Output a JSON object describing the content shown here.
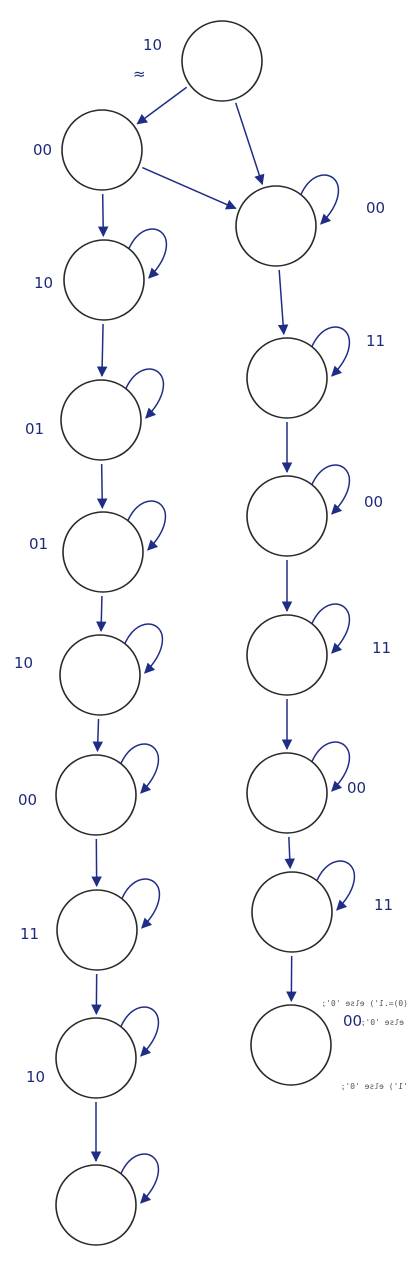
{
  "states": [
    {
      "id": "s0",
      "label": "10"
    },
    {
      "id": "s1",
      "label": "00"
    },
    {
      "id": "s2",
      "label": "00"
    },
    {
      "id": "s3",
      "label": "10"
    },
    {
      "id": "s4",
      "label": "01"
    },
    {
      "id": "s5",
      "label": "01"
    },
    {
      "id": "s6",
      "label": "10"
    },
    {
      "id": "s7",
      "label": "00"
    },
    {
      "id": "s8",
      "label": "11"
    },
    {
      "id": "s9",
      "label": "10"
    },
    {
      "id": "s10",
      "label": ""
    },
    {
      "id": "s11",
      "label": "11"
    },
    {
      "id": "s12",
      "label": "00"
    },
    {
      "id": "s13",
      "label": "11"
    },
    {
      "id": "s14",
      "label": "00"
    },
    {
      "id": "s15",
      "label": "11"
    },
    {
      "id": "s16",
      "label": "00"
    }
  ],
  "transitions": [
    {
      "from": "s0",
      "to": "s1"
    },
    {
      "from": "s0",
      "to": "s2"
    },
    {
      "from": "s1",
      "to": "s2"
    },
    {
      "from": "s1",
      "to": "s3"
    },
    {
      "from": "s3",
      "to": "s4"
    },
    {
      "from": "s4",
      "to": "s5"
    },
    {
      "from": "s5",
      "to": "s6"
    },
    {
      "from": "s6",
      "to": "s7"
    },
    {
      "from": "s7",
      "to": "s8"
    },
    {
      "from": "s8",
      "to": "s9"
    },
    {
      "from": "s9",
      "to": "s10"
    },
    {
      "from": "s2",
      "to": "s11"
    },
    {
      "from": "s11",
      "to": "s12"
    },
    {
      "from": "s12",
      "to": "s13"
    },
    {
      "from": "s13",
      "to": "s14"
    },
    {
      "from": "s14",
      "to": "s15"
    },
    {
      "from": "s15",
      "to": "s16"
    }
  ],
  "self_loops": [
    "s2",
    "s3",
    "s4",
    "s5",
    "s6",
    "s7",
    "s8",
    "s9",
    "s10",
    "s11",
    "s12",
    "s13",
    "s14",
    "s15"
  ],
  "bleed_through": {
    "line1": "(0)=.1') else '0';",
    "line2": "else '0';",
    "line3": "'1') else '0';"
  }
}
